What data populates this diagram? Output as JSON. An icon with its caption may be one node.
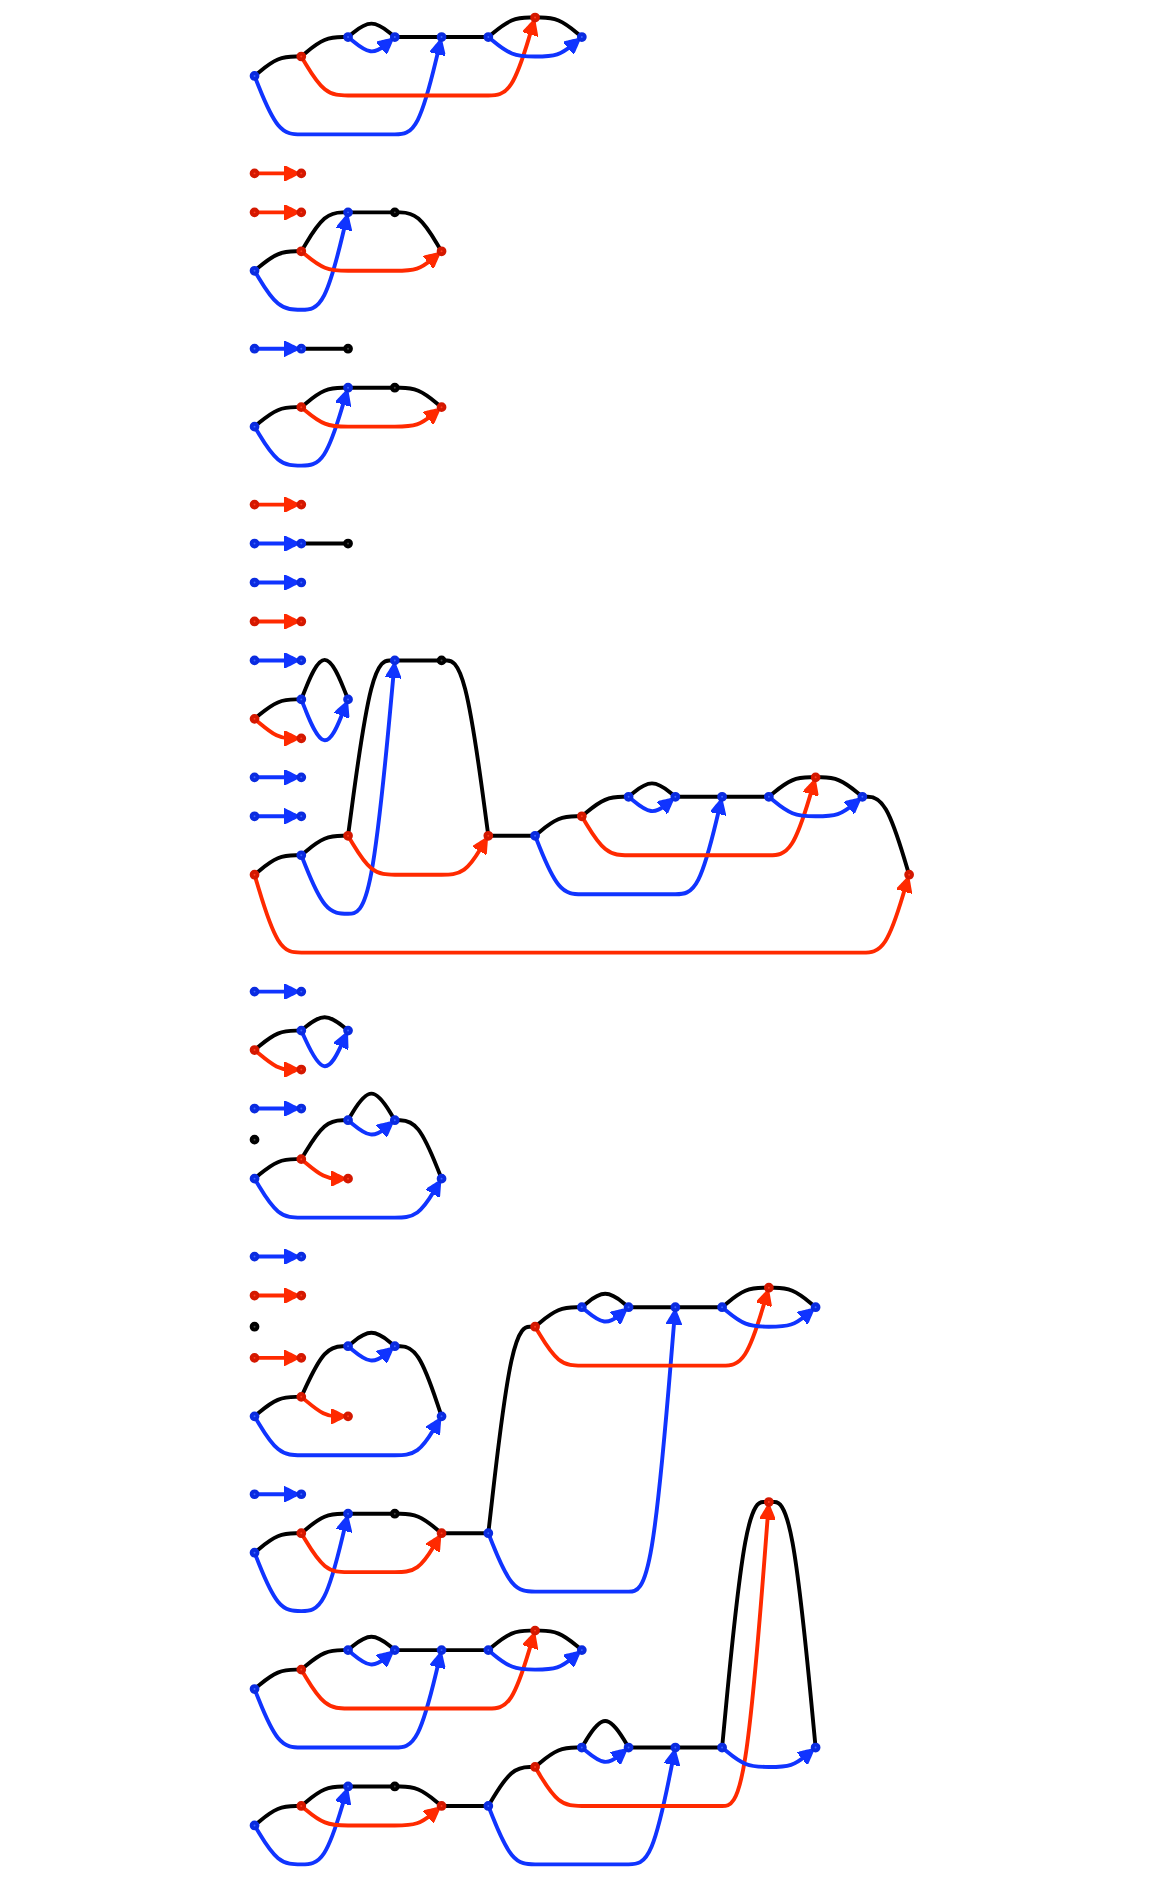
{
  "diagram": {
    "nodes": [
      {
        "text": [],
        "shape": "circle"
      },
      {
        "text": [],
        "shape": "circle"
      },
      {
        "text": [],
        "shape": "circle"
      },
      {
        "text": [],
        "shape": "circle"
      },
      {
        "text": [],
        "shape": "circle"
      },
      {
        "text": [],
        "shape": "circle"
      },
      {
        "text": [],
        "shape": "circle"
      },
      {
        "text": [],
        "shape": "circle"
      },
      {
        "text": [],
        "shape": "circle"
      },
      {
        "text": [],
        "shape": "circle"
      },
      {
        "text": [],
        "shape": "circle"
      },
      {
        "text": [],
        "shape": "circle"
      },
      {
        "text": [],
        "shape": "circle"
      },
      {
        "text": [],
        "shape": "circle"
      },
      {
        "text": [],
        "shape": "circle"
      },
      {
        "text": [],
        "shape": "circle"
      },
      {
        "text": [],
        "shape": "circle"
      },
      {
        "text": [],
        "shape": "circle"
      },
      {
        "text": [],
        "shape": "circle"
      },
      {
        "text": [],
        "shape": "circle"
      },
      {
        "text": [],
        "shape": "circle"
      },
      {
        "text": [],
        "shape": "circle"
      },
      {
        "text": [],
        "shape": "circle"
      },
      {
        "text": [],
        "shape": "circle"
      },
      {
        "text": [],
        "shape": "circle"
      },
      {
        "text": [],
        "shape": "circle"
      },
      {
        "text": [],
        "shape": "circle"
      },
      {
        "text": [],
        "shape": "circle"
      },
      {
        "text": [],
        "shape": "circle"
      },
      {
        "text": [],
        "shape": "circle"
      },
      {
        "text": [],
        "shape": "circle"
      },
      {
        "text": [],
        "shape": "circle"
      },
      {
        "text": [],
        "shape": "circle"
      },
      {
        "text": [],
        "shape": "circle"
      },
      {
        "text": [],
        "shape": "circle"
      },
      {
        "text": [],
        "shape": "circle"
      },
      {
        "text": [],
        "shape": "circle"
      },
      {
        "text": [],
        "shape": "circle"
      },
      {
        "text": [],
        "shape": "circle"
      },
      {
        "text": [],
        "shape": "circle"
      },
      {
        "text": [],
        "shape": "circle"
      },
      {
        "text": [],
        "shape": "circle"
      },
      {
        "text": [],
        "shape": "circle"
      },
      {
        "text": [],
        "shape": "circle"
      },
      {
        "text": [],
        "shape": "circle"
      },
      {
        "text": [],
        "shape": "circle"
      },
      {
        "text": [],
        "shape": "circle"
      },
      {
        "text": [],
        "shape": "circle"
      },
      {
        "text": [],
        "shape": "circle"
      },
      {
        "text": [],
        "shape": "circle"
      },
      {
        "text": [],
        "shape": "circle"
      },
      {
        "text": [],
        "shape": "circle"
      },
      {
        "text": [],
        "shape": "circle"
      },
      {
        "text": [],
        "shape": "circle"
      },
      {
        "text": [],
        "shape": "circle"
      },
      {
        "text": [],
        "shape": "circle"
      },
      {
        "text": [],
        "shape": "circle"
      },
      {
        "text": [],
        "shape": "circle"
      },
      {
        "text": [],
        "shape": "circle"
      },
      {
        "text": [],
        "shape": "circle"
      },
      {
        "text": [],
        "shape": "circle"
      },
      {
        "text": [],
        "shape": "circle"
      },
      {
        "text": [],
        "shape": "circle"
      },
      {
        "text": [],
        "shape": "circle"
      },
      {
        "text": [],
        "shape": "circle"
      },
      {
        "text": [],
        "shape": "circle"
      },
      {
        "text": [],
        "shape": "circle"
      },
      {
        "text": [],
        "shape": "circle"
      },
      {
        "text": [],
        "shape": "circle"
      },
      {
        "text": [],
        "shape": "circle"
      },
      {
        "text": [],
        "shape": "circle"
      },
      {
        "text": [],
        "shape": "circle"
      },
      {
        "text": [],
        "shape": "circle"
      },
      {
        "text": [],
        "shape": "circle"
      },
      {
        "text": [],
        "shape": "circle"
      },
      {
        "text": [],
        "shape": "circle"
      },
      {
        "text": [],
        "shape": "circle"
      },
      {
        "text": [],
        "shape": "circle"
      },
      {
        "text": [],
        "shape": "circle"
      },
      {
        "text": [],
        "shape": "circle"
      },
      {
        "text": [],
        "shape": "circle"
      },
      {
        "text": [],
        "shape": "circle"
      },
      {
        "text": [],
        "shape": "circle"
      },
      {
        "text": [],
        "shape": "circle"
      },
      {
        "text": [],
        "shape": "circle"
      },
      {
        "text": [],
        "shape": "circle"
      },
      {
        "text": [],
        "shape": "circle"
      },
      {
        "text": [],
        "shape": "circle"
      },
      {
        "text": [],
        "shape": "circle"
      },
      {
        "text": [],
        "shape": "circle"
      },
      {
        "text": [],
        "shape": "circle"
      },
      {
        "text": [],
        "shape": "circle"
      },
      {
        "text": [],
        "shape": "circle"
      },
      {
        "text": [],
        "shape": "circle"
      },
      {
        "text": [],
        "shape": "circle"
      },
      {
        "text": [],
        "shape": "circle"
      },
      {
        "text": [],
        "shape": "circle"
      },
      {
        "text": [],
        "shape": "circle"
      },
      {
        "text": [],
        "shape": "circle"
      },
      {
        "text": [],
        "shape": "circle"
      },
      {
        "text": [],
        "shape": "circle"
      },
      {
        "text": [],
        "shape": "circle"
      },
      {
        "text": [],
        "shape": "circle"
      },
      {
        "text": [],
        "shape": "circle"
      },
      {
        "text": [],
        "shape": "circle"
      },
      {
        "text": [],
        "shape": "circle"
      },
      {
        "text": [],
        "shape": "circle"
      },
      {
        "text": [],
        "shape": "circle"
      },
      {
        "text": [],
        "shape": "circle"
      },
      {
        "text": [],
        "shape": "circle"
      },
      {
        "text": [],
        "shape": "circle"
      },
      {
        "text": [],
        "shape": "circle"
      },
      {
        "text": [],
        "shape": "circle"
      },
      {
        "text": [],
        "shape": "circle"
      },
      {
        "text": [],
        "shape": "circle"
      },
      {
        "text": [],
        "shape": "circle"
      },
      {
        "text": [],
        "shape": "circle"
      },
      {
        "text": [],
        "shape": "circle"
      },
      {
        "text": [],
        "shape": "circle"
      },
      {
        "text": [],
        "shape": "circle"
      },
      {
        "text": [],
        "shape": "circle"
      },
      {
        "text": [],
        "shape": "circle"
      },
      {
        "text": [],
        "shape": "circle"
      }
    ],
    "edges": [
      {
        "from": 0,
        "to": 1,
        "arrow": "none"
      },
      {
        "from": 1,
        "to": 2,
        "arrow": "none"
      },
      {
        "from": 2,
        "to": 3,
        "arrow": "none"
      },
      {
        "from": 3,
        "to": 4,
        "arrow": "none"
      },
      {
        "from": 4,
        "to": 5,
        "arrow": "none"
      },
      {
        "from": 5,
        "to": 6,
        "arrow": "none"
      },
      {
        "from": 6,
        "to": 7,
        "arrow": "none"
      },
      {
        "from": 7,
        "to": 8,
        "arrow": "none"
      },
      {
        "from": 8,
        "to": 9,
        "arrow": "none"
      },
      {
        "from": 9,
        "to": 10,
        "arrow": "none"
      },
      {
        "from": 10,
        "to": 11,
        "arrow": "none"
      },
      {
        "from": 11,
        "to": 12,
        "arrow": "none"
      },
      {
        "from": 12,
        "to": 13,
        "arrow": "none"
      },
      {
        "from": 13,
        "to": 14,
        "arrow": "none"
      },
      {
        "from": 0,
        "to": 14,
        "arrow": "to",
        "color": "#ff2a00"
      },
      {
        "from": 1,
        "to": 3,
        "arrow": "to",
        "color": "#1034ff"
      },
      {
        "from": 2,
        "to": 5,
        "arrow": "to",
        "color": "#ff2a00"
      },
      {
        "from": 6,
        "to": 10,
        "arrow": "to",
        "color": "#1034ff"
      },
      {
        "from": 7,
        "to": 12,
        "arrow": "to",
        "color": "#ff2a00"
      },
      {
        "from": 8,
        "to": 9,
        "arrow": "to",
        "color": "#1034ff"
      },
      {
        "from": 11,
        "to": 13,
        "arrow": "to",
        "color": "#1034ff"
      },
      {
        "from": 16,
        "to": 17,
        "arrow": "none"
      },
      {
        "from": 17,
        "to": 18,
        "arrow": "none"
      },
      {
        "from": 18,
        "to": 19,
        "arrow": "none"
      },
      {
        "from": 19,
        "to": 20,
        "arrow": "none"
      },
      {
        "from": 20,
        "to": 21,
        "arrow": "none"
      },
      {
        "from": 21,
        "to": 22,
        "arrow": "none"
      },
      {
        "from": 22,
        "to": 23,
        "arrow": "none"
      },
      {
        "from": 23,
        "to": 24,
        "arrow": "none"
      },
      {
        "from": 24,
        "to": 25,
        "arrow": "none"
      },
      {
        "from": 25,
        "to": 26,
        "arrow": "none"
      },
      {
        "from": 26,
        "to": 27,
        "arrow": "none"
      },
      {
        "from": 27,
        "to": 28,
        "arrow": "none"
      },
      {
        "from": 15,
        "to": 29,
        "arrow": "to",
        "color": "#ff2a00"
      },
      {
        "from": 16,
        "to": 18,
        "arrow": "to",
        "color": "#1034ff"
      },
      {
        "from": 17,
        "to": 20,
        "arrow": "to",
        "color": "#ff2a00"
      },
      {
        "from": 21,
        "to": 25,
        "arrow": "to",
        "color": "#1034ff"
      },
      {
        "from": 22,
        "to": 27,
        "arrow": "to",
        "color": "#ff2a00"
      },
      {
        "from": 23,
        "to": 24,
        "arrow": "to",
        "color": "#1034ff"
      },
      {
        "from": 26,
        "to": 28,
        "arrow": "to",
        "color": "#1034ff"
      },
      {
        "from": 30,
        "to": 31,
        "arrow": "to",
        "color": "#ff2a00"
      },
      {
        "from": 32,
        "to": 33,
        "arrow": "none"
      },
      {
        "from": 33,
        "to": 34,
        "arrow": "none"
      },
      {
        "from": 34,
        "to": 35,
        "arrow": "none"
      },
      {
        "from": 35,
        "to": 36,
        "arrow": "none"
      },
      {
        "from": 36,
        "to": 37,
        "arrow": "none"
      },
      {
        "from": 37,
        "to": 38,
        "arrow": "none"
      },
      {
        "from": 38,
        "to": 39,
        "arrow": "none"
      },
      {
        "from": 39,
        "to": 40,
        "arrow": "none"
      },
      {
        "from": 40,
        "to": 41,
        "arrow": "none"
      },
      {
        "from": 41,
        "to": 42,
        "arrow": "none"
      },
      {
        "from": 42,
        "to": 43,
        "arrow": "none"
      },
      {
        "from": 43,
        "to": 44,
        "arrow": "none"
      },
      {
        "from": 32,
        "to": 34,
        "arrow": "to",
        "color": "#1034ff"
      },
      {
        "from": 33,
        "to": 36,
        "arrow": "to",
        "color": "#ff2a00"
      },
      {
        "from": 37,
        "to": 41,
        "arrow": "to",
        "color": "#1034ff"
      },
      {
        "from": 38,
        "to": 43,
        "arrow": "to",
        "color": "#ff2a00"
      },
      {
        "from": 39,
        "to": 40,
        "arrow": "to",
        "color": "#1034ff"
      },
      {
        "from": 42,
        "to": 44,
        "arrow": "to",
        "color": "#1034ff"
      },
      {
        "from": 45,
        "to": 46,
        "arrow": "none"
      },
      {
        "from": 46,
        "to": 47,
        "arrow": "none"
      },
      {
        "from": 47,
        "to": 48,
        "arrow": "none"
      },
      {
        "from": 48,
        "to": 49,
        "arrow": "none"
      },
      {
        "from": 50,
        "to": 51,
        "arrow": "none"
      },
      {
        "from": 51,
        "to": 52,
        "arrow": "none"
      },
      {
        "from": 52,
        "to": 53,
        "arrow": "none"
      },
      {
        "from": 53,
        "to": 54,
        "arrow": "none"
      },
      {
        "from": 54,
        "to": 55,
        "arrow": "none"
      },
      {
        "from": 55,
        "to": 56,
        "arrow": "none"
      },
      {
        "from": 56,
        "to": 57,
        "arrow": "none"
      },
      {
        "from": 45,
        "to": 47,
        "arrow": "to",
        "color": "#1034ff"
      },
      {
        "from": 46,
        "to": 49,
        "arrow": "to",
        "color": "#ff2a00"
      },
      {
        "from": 50,
        "to": 54,
        "arrow": "to",
        "color": "#1034ff"
      },
      {
        "from": 51,
        "to": 56,
        "arrow": "to",
        "color": "#ff2a00"
      },
      {
        "from": 52,
        "to": 53,
        "arrow": "to",
        "color": "#1034ff"
      },
      {
        "from": 55,
        "to": 57,
        "arrow": "to",
        "color": "#1034ff"
      },
      {
        "from": 58,
        "to": 59,
        "arrow": "none"
      },
      {
        "from": 59,
        "to": 60,
        "arrow": "none"
      },
      {
        "from": 60,
        "to": 61,
        "arrow": "none"
      },
      {
        "from": 61,
        "to": 62,
        "arrow": "none"
      },
      {
        "from": 63,
        "to": 64,
        "arrow": "none"
      },
      {
        "from": 64,
        "to": 65,
        "arrow": "none"
      },
      {
        "from": 65,
        "to": 66,
        "arrow": "none"
      },
      {
        "from": 66,
        "to": 67,
        "arrow": "none"
      },
      {
        "from": 67,
        "to": 68,
        "arrow": "none"
      },
      {
        "from": 68,
        "to": 69,
        "arrow": "none"
      },
      {
        "from": 69,
        "to": 70,
        "arrow": "none"
      },
      {
        "from": 58,
        "to": 60,
        "arrow": "to",
        "color": "#1034ff"
      },
      {
        "from": 59,
        "to": 62,
        "arrow": "to",
        "color": "#ff2a00"
      },
      {
        "from": 63,
        "to": 67,
        "arrow": "to",
        "color": "#1034ff"
      },
      {
        "from": 64,
        "to": 69,
        "arrow": "to",
        "color": "#ff2a00"
      },
      {
        "from": 65,
        "to": 66,
        "arrow": "to",
        "color": "#1034ff"
      },
      {
        "from": 68,
        "to": 70,
        "arrow": "to",
        "color": "#1034ff"
      },
      {
        "from": 73,
        "to": 74,
        "arrow": "none"
      },
      {
        "from": 76,
        "to": 77,
        "arrow": "none"
      },
      {
        "from": 77,
        "to": 78,
        "arrow": "none"
      },
      {
        "from": 78,
        "to": 79,
        "arrow": "none"
      },
      {
        "from": 79,
        "to": 80,
        "arrow": "none"
      },
      {
        "from": 71,
        "to": 73,
        "arrow": "to",
        "color": "#1034ff"
      },
      {
        "from": 72,
        "to": 75,
        "arrow": "to",
        "color": "#ff2a00"
      },
      {
        "from": 76,
        "to": 80,
        "arrow": "to",
        "color": "#1034ff"
      },
      {
        "from": 77,
        "to": 82,
        "arrow": "to",
        "color": "#ff2a00"
      },
      {
        "from": 78,
        "to": 79,
        "arrow": "to",
        "color": "#1034ff"
      },
      {
        "from": 81,
        "to": 83,
        "arrow": "to",
        "color": "#1034ff"
      },
      {
        "from": 85,
        "to": 86,
        "arrow": "none"
      },
      {
        "from": 89,
        "to": 90,
        "arrow": "none"
      },
      {
        "from": 90,
        "to": 91,
        "arrow": "none"
      },
      {
        "from": 91,
        "to": 92,
        "arrow": "none"
      },
      {
        "from": 92,
        "to": 93,
        "arrow": "none"
      },
      {
        "from": 84,
        "to": 85,
        "arrow": "to",
        "color": "#1034ff"
      },
      {
        "from": 87,
        "to": 88,
        "arrow": "to",
        "color": "#ff2a00"
      },
      {
        "from": 89,
        "to": 93,
        "arrow": "to",
        "color": "#1034ff"
      },
      {
        "from": 90,
        "to": 94,
        "arrow": "to",
        "color": "#ff2a00"
      },
      {
        "from": 91,
        "to": 92,
        "arrow": "to",
        "color": "#1034ff"
      },
      {
        "from": 95,
        "to": 96,
        "arrow": "to",
        "color": "#1034ff"
      },
      {
        "from": 101,
        "to": 102,
        "arrow": "none"
      },
      {
        "from": 102,
        "to": 103,
        "arrow": "none"
      },
      {
        "from": 97,
        "to": 98,
        "arrow": "to",
        "color": "#1034ff"
      },
      {
        "from": 100,
        "to": 104,
        "arrow": "to",
        "color": "#1034ff"
      },
      {
        "from": 101,
        "to": 105,
        "arrow": "to",
        "color": "#ff2a00"
      },
      {
        "from": 102,
        "to": 103,
        "arrow": "to",
        "color": "#1034ff"
      },
      {
        "from": 111,
        "to": 112,
        "arrow": "none"
      },
      {
        "from": 112,
        "to": 113,
        "arrow": "none"
      },
      {
        "from": 106,
        "to": 107,
        "arrow": "to",
        "color": "#1034ff"
      },
      {
        "from": 109,
        "to": 110,
        "arrow": "to",
        "color": "#1034ff"
      },
      {
        "from": 111,
        "to": 114,
        "arrow": "to",
        "color": "#ff2a00"
      },
      {
        "from": 112,
        "to": 113,
        "arrow": "to",
        "color": "#1034ff"
      },
      {
        "from": 115,
        "to": 118,
        "arrow": "to",
        "color": "#ff2a00"
      },
      {
        "from": 116,
        "to": 117,
        "arrow": "to",
        "color": "#1034ff"
      },
      {
        "from": 119,
        "to": 120,
        "arrow": "to",
        "color": "#ff2a00"
      },
      {
        "from": 121,
        "to": 122,
        "arrow": "to",
        "color": "#1034ff"
      }
    ]
  }
}
